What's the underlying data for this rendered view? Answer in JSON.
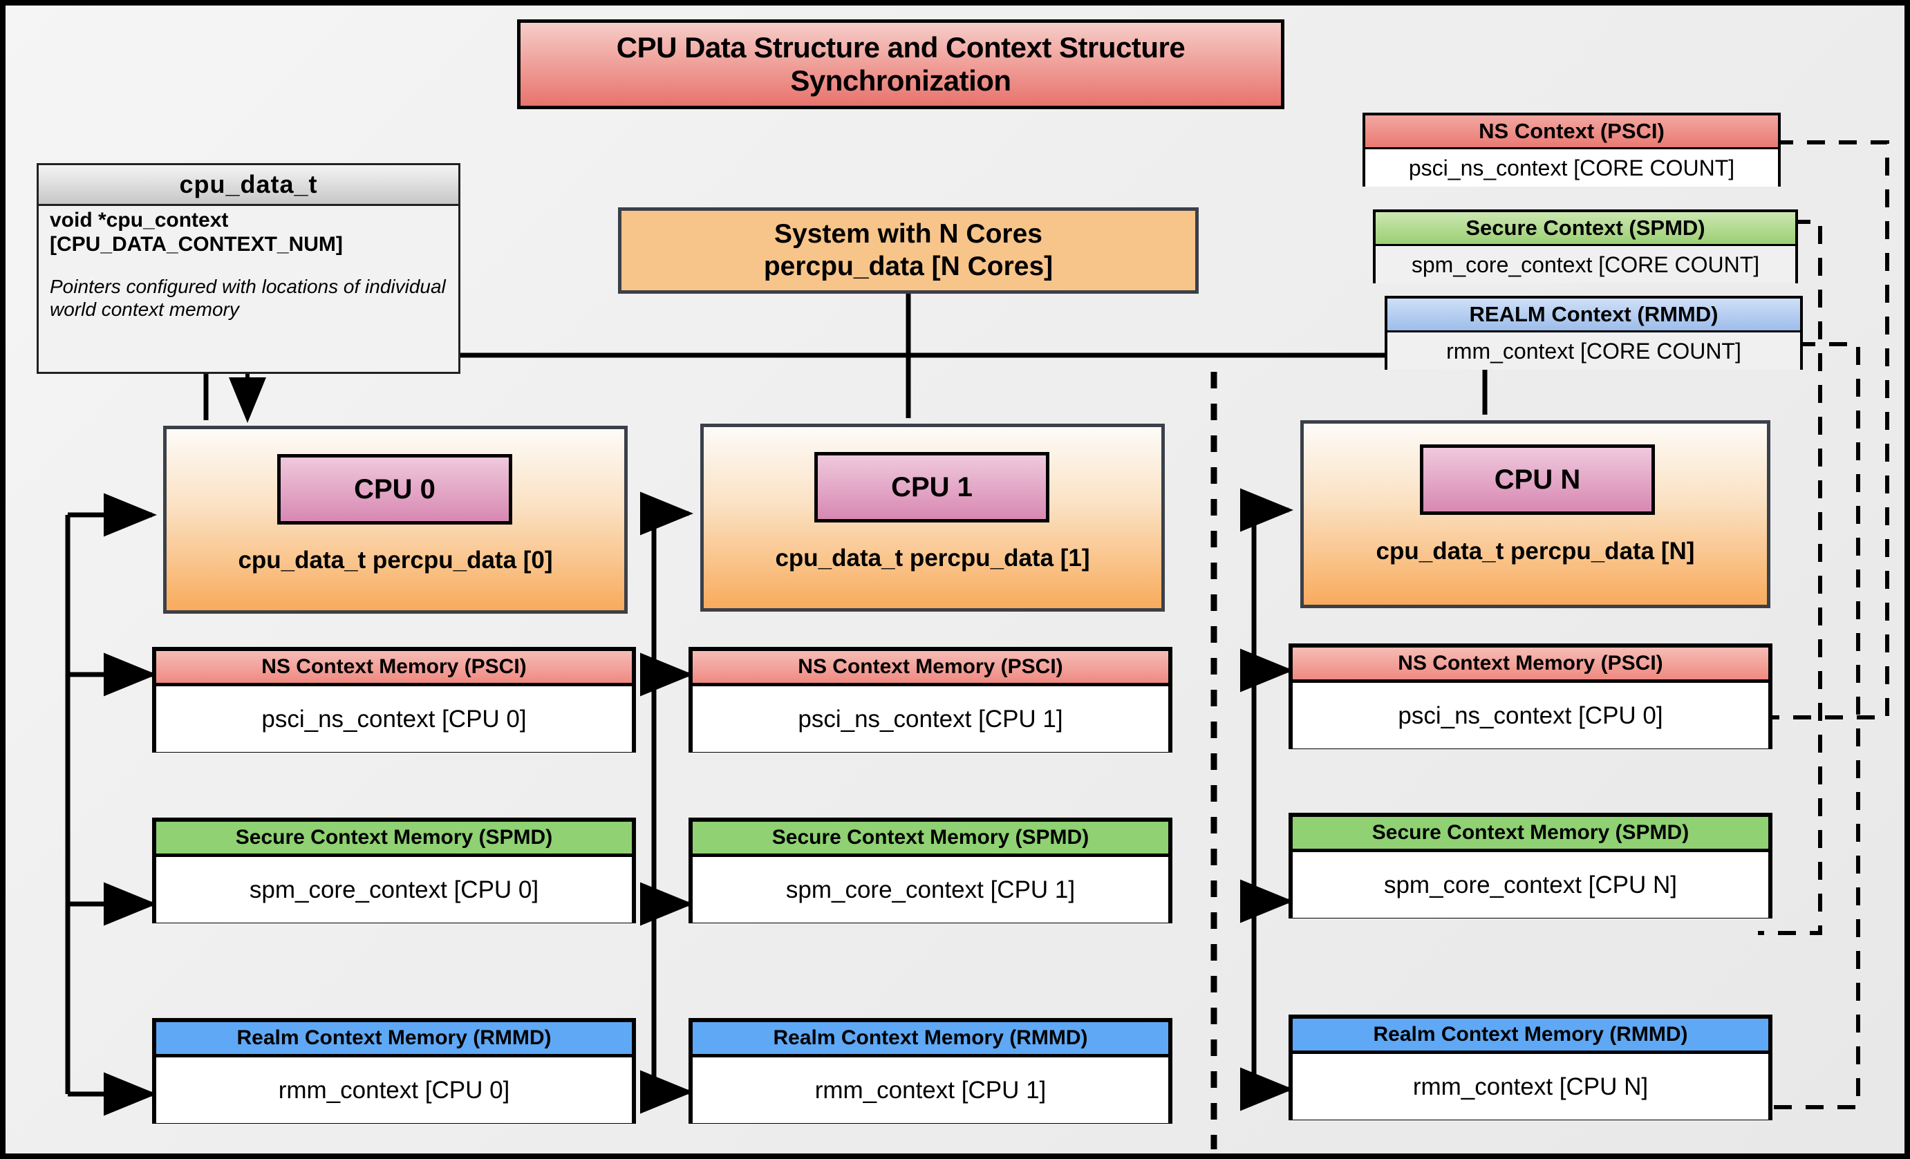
{
  "title": "CPU Data Structure and Context Structure Synchronization",
  "cpu_data_struct": {
    "name": "cpu_data_t",
    "field": "void  *cpu_context [CPU_DATA_CONTEXT_NUM]",
    "note": "Pointers configured with locations of individual world context memory"
  },
  "system": {
    "line1": "System with N Cores",
    "line2": "percpu_data [N Cores]"
  },
  "global_contexts": [
    {
      "id": "ns",
      "header": "NS Context  (PSCI)",
      "value": "psci_ns_context [CORE COUNT]",
      "color": "#ea7a73"
    },
    {
      "id": "sec",
      "header": "Secure Context (SPMD)",
      "value": "spm_core_context [CORE COUNT]",
      "color": "#9ccf74"
    },
    {
      "id": "realm",
      "header": "REALM Context (RMMD)",
      "value": "rmm_context [CORE COUNT]",
      "color": "#9dbdea"
    }
  ],
  "columns": [
    {
      "badge": "CPU 0",
      "caption": "cpu_data_t percpu_data [0]",
      "contexts": [
        {
          "header": "NS Context Memory (PSCI)",
          "value": "psci_ns_context [CPU 0]"
        },
        {
          "header": "Secure Context Memory (SPMD)",
          "value": "spm_core_context [CPU 0]"
        },
        {
          "header": "Realm Context Memory (RMMD)",
          "value": "rmm_context [CPU 0]"
        }
      ]
    },
    {
      "badge": "CPU 1",
      "caption": "cpu_data_t percpu_data [1]",
      "contexts": [
        {
          "header": "NS Context Memory (PSCI)",
          "value": "psci_ns_context [CPU 1]"
        },
        {
          "header": "Secure Context Memory (SPMD)",
          "value": "spm_core_context [CPU 1]"
        },
        {
          "header": "Realm Context Memory (RMMD)",
          "value": "rmm_context [CPU 1]"
        }
      ]
    },
    {
      "badge": "CPU N",
      "caption": "cpu_data_t percpu_data [N]",
      "contexts": [
        {
          "header": "NS Context Memory (PSCI)",
          "value": "psci_ns_context [CPU 0]"
        },
        {
          "header": "Secure Context Memory (SPMD)",
          "value": "spm_core_context [CPU N]"
        },
        {
          "header": "Realm Context Memory (RMMD)",
          "value": "rmm_context [CPU N]"
        }
      ]
    }
  ],
  "colors": {
    "frame": "#000000",
    "canvas": "#efefef",
    "title_gradient_top": "#f6cdc9",
    "title_gradient_bottom": "#e8736d",
    "cpu_block_top": "#fdfbf8",
    "cpu_block_bottom": "#f8ab5c",
    "cpu_badge_top": "#efc9dd",
    "cpu_badge_bottom": "#d888b2",
    "system_fill": "#f7c489",
    "ns_header": "#ef8981",
    "secure_header": "#8fd173",
    "realm_header": "#5fa8f5"
  }
}
